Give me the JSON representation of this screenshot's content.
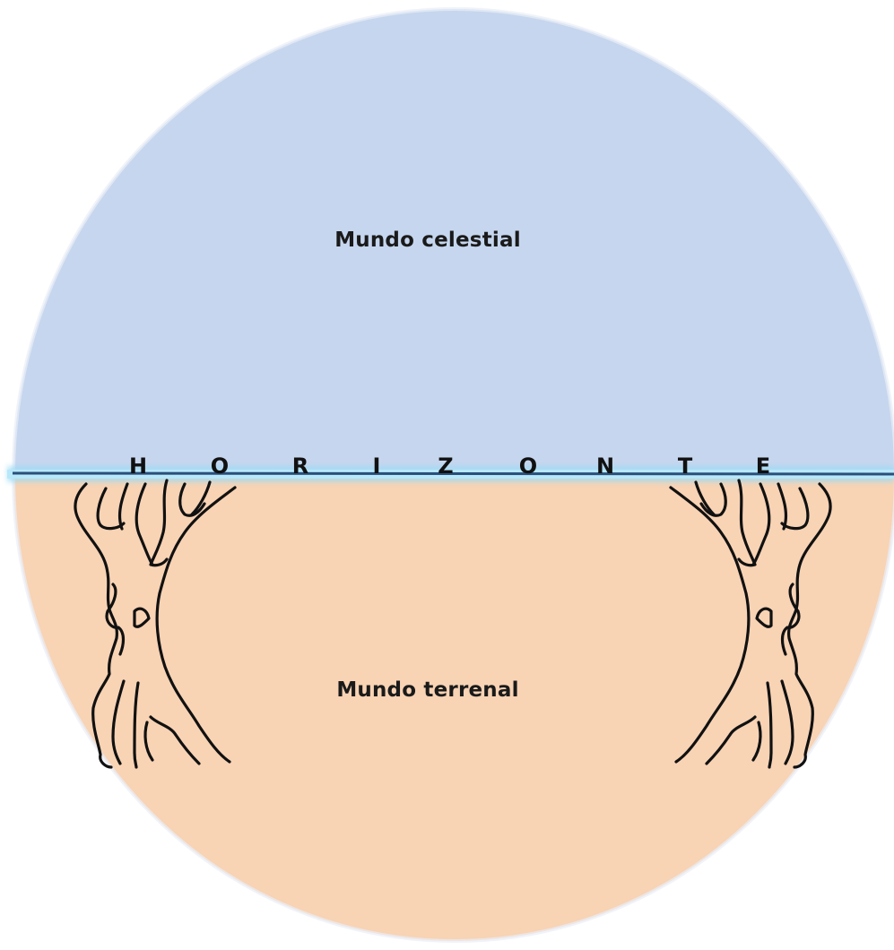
{
  "diagram": {
    "sky": {
      "label": "Mundo celestial",
      "fill_color": "#c6d6ee"
    },
    "earth": {
      "label": "Mundo terrenal",
      "fill_color": "#f8d3b4"
    },
    "horizon": {
      "label": "HORIZONTE",
      "letters": [
        "H",
        "O",
        "R",
        "I",
        "Z",
        "O",
        "N",
        "T",
        "E"
      ],
      "line_color": "#2a4f7a",
      "glow_color": "#7fd3f2"
    },
    "trees": {
      "left": "tree-left-icon",
      "right": "tree-right-icon",
      "stroke_color": "#111111"
    }
  }
}
